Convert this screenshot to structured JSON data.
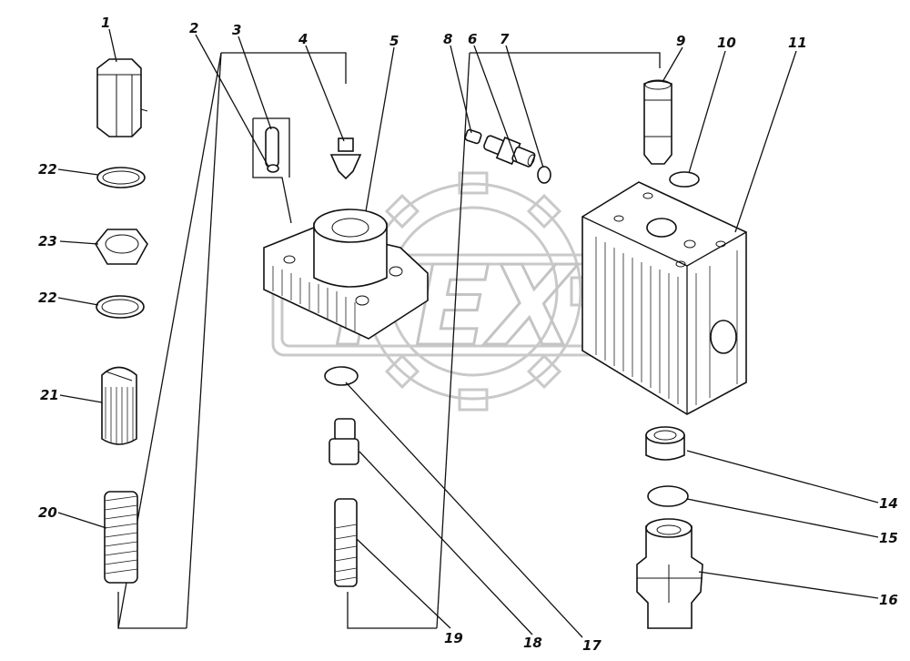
{
  "watermark": {
    "text": "PEX"
  },
  "labels": {
    "l1": "1",
    "l2": "2",
    "l3": "3",
    "l4": "4",
    "l5": "5",
    "l6": "6",
    "l7": "7",
    "l8": "8",
    "l9": "9",
    "l10": "10",
    "l11": "11",
    "l14": "14",
    "l15": "15",
    "l16": "16",
    "l17": "17",
    "l18": "18",
    "l19": "19",
    "l20": "20",
    "l21": "21",
    "l22a": "22",
    "l22b": "22",
    "l23": "23"
  }
}
